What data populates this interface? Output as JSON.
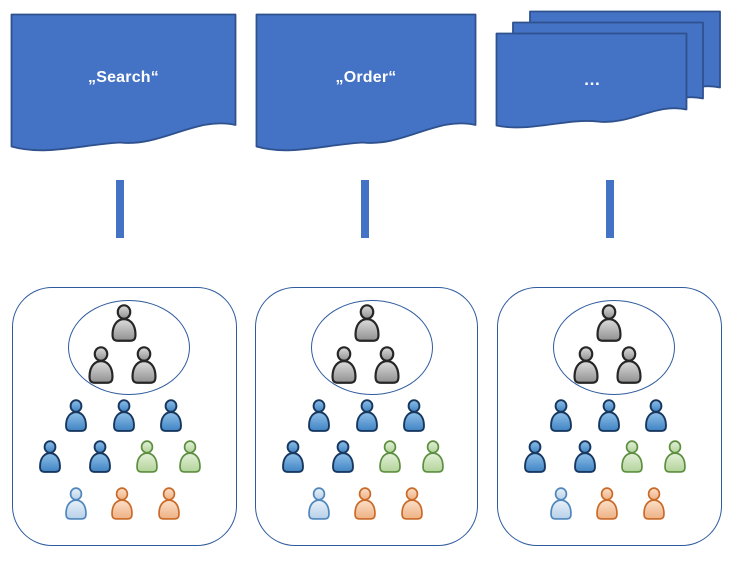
{
  "documents": [
    {
      "id": "search",
      "label": "„Search“",
      "shape": "flowchart-document"
    },
    {
      "id": "order",
      "label": "„Order“",
      "shape": "flowchart-document"
    },
    {
      "id": "more",
      "label": "…",
      "shape": "flowchart-multidocument"
    }
  ],
  "colors": {
    "document_fill": "#4472C4",
    "document_stroke": "#2F528F",
    "connector": "#4472C4",
    "card_border": "#2E5B9E",
    "ellipse_border": "#2E5B9E",
    "label_text": "#FFFFFF",
    "person": {
      "gray": {
        "light": "#DCDCDC",
        "base": "#909090",
        "stroke": "#262626"
      },
      "blue": {
        "light": "#8FC0E8",
        "base": "#4083C4",
        "stroke": "#17375E"
      },
      "lightblue": {
        "light": "#E8F1F9",
        "base": "#B7D0E8",
        "stroke": "#4E86BD"
      },
      "green": {
        "light": "#E3F0D9",
        "base": "#B2D399",
        "stroke": "#5C8F3F"
      },
      "orange": {
        "light": "#FBDFC9",
        "base": "#EEB183",
        "stroke": "#C96A28"
      }
    }
  },
  "groups": [
    {
      "name": "user-pyramid-1",
      "ellipse_members": [
        "gray",
        "gray",
        "gray"
      ],
      "rows": [
        [
          "blue",
          "blue",
          "blue"
        ],
        [
          "blue",
          "blue",
          "green",
          "green"
        ],
        [
          "lightblue",
          "orange",
          "orange"
        ]
      ]
    },
    {
      "name": "user-pyramid-2",
      "ellipse_members": [
        "gray",
        "gray",
        "gray"
      ],
      "rows": [
        [
          "blue",
          "blue",
          "blue"
        ],
        [
          "blue",
          "blue",
          "green",
          "green"
        ],
        [
          "lightblue",
          "orange",
          "orange"
        ]
      ]
    },
    {
      "name": "user-pyramid-3",
      "ellipse_members": [
        "gray",
        "gray",
        "gray"
      ],
      "rows": [
        [
          "blue",
          "blue",
          "blue"
        ],
        [
          "blue",
          "blue",
          "green",
          "green"
        ],
        [
          "lightblue",
          "orange",
          "orange"
        ]
      ]
    }
  ]
}
